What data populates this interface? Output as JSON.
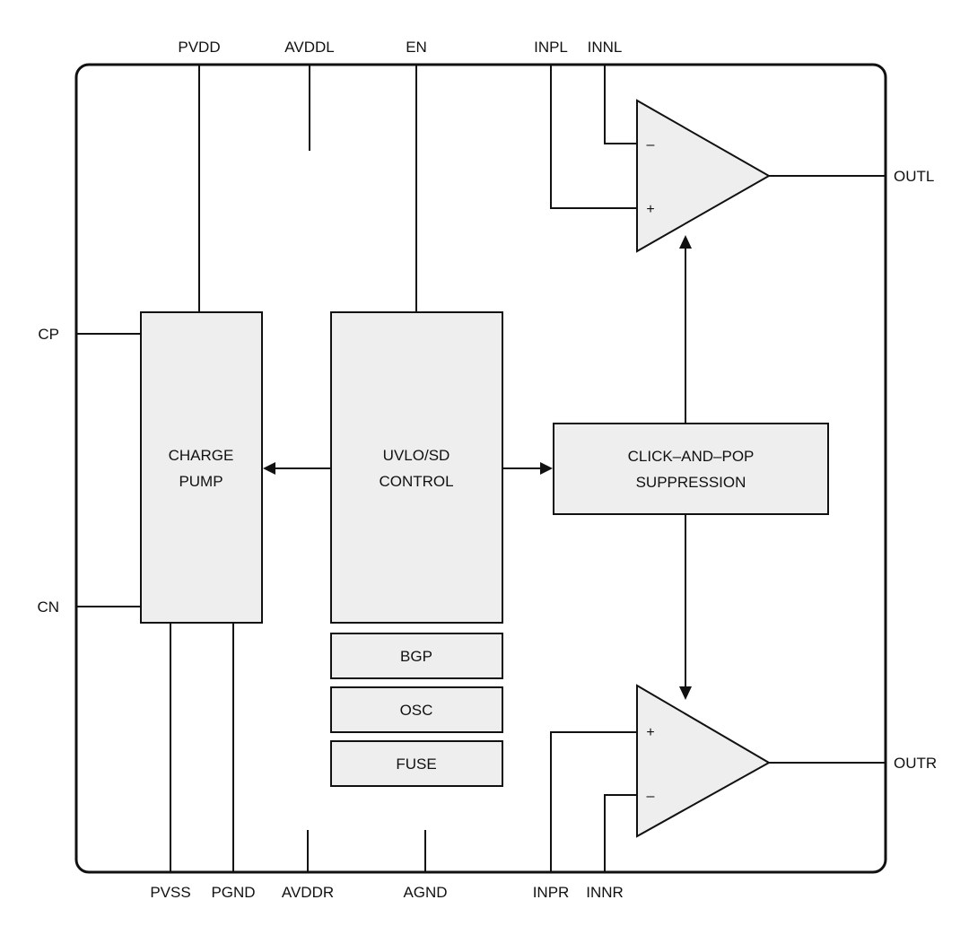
{
  "pins": {
    "top": [
      "PVDD",
      "AVDDL",
      "EN",
      "INPL",
      "INNL"
    ],
    "bottom": [
      "PVSS",
      "PGND",
      "AVDDR",
      "AGND",
      "INPR",
      "INNR"
    ],
    "left": [
      "CP",
      "CN"
    ],
    "right": [
      "OUTL",
      "OUTR"
    ]
  },
  "blocks": {
    "charge_pump": [
      "CHARGE",
      "PUMP"
    ],
    "uvlo_sd": [
      "UVLO/SD",
      "CONTROL"
    ],
    "bgp": "BGP",
    "osc": "OSC",
    "fuse": "FUSE",
    "click_pop": [
      "CLICK–AND–POP",
      "SUPPRESSION"
    ]
  },
  "amplifiers": {
    "left_amp": {
      "top_input": "–",
      "bottom_input": "+"
    },
    "right_amp": {
      "top_input": "+",
      "bottom_input": "–"
    }
  }
}
